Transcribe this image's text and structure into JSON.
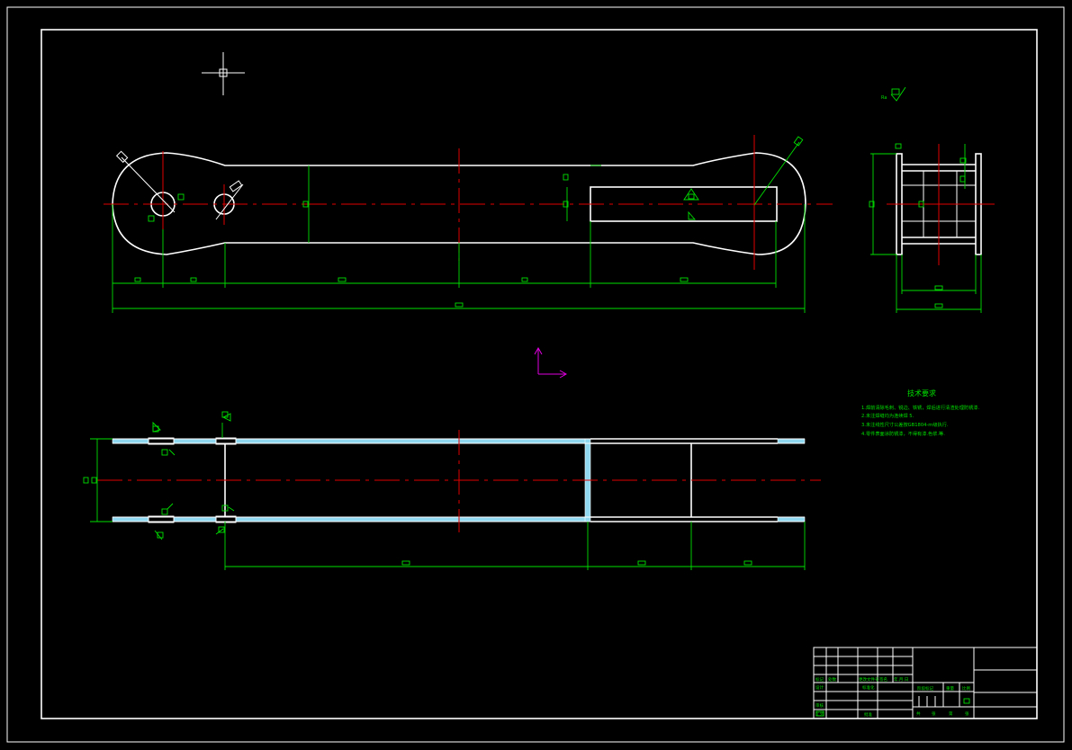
{
  "drawing": {
    "tech_req": {
      "title": "技术要求",
      "lines": [
        "1.焊前清除毛刺、锐边、铁锈，焊后进行清渣处理防锈漆.",
        "2.未注焊缝均为连续焊 5.",
        "3.未注线性尺寸公差按GB1804-m级执行.",
        "4.零件表面涂防锈漆，不得有漆.色浆.等."
      ]
    },
    "title_block": {
      "head_cells": [
        "标记",
        "处数",
        "更改文件号",
        "签名",
        "年.月.日"
      ],
      "row_labels": [
        "设计",
        "标准化",
        "审核",
        "工艺",
        "批准"
      ],
      "mid_labels": [
        "阶段标记",
        "重量",
        "比例"
      ],
      "bottom_labels": [
        "共",
        "张",
        "第",
        "张"
      ]
    },
    "colors": {
      "background": "#000000",
      "outline": "#ffffff",
      "dimension": "#00e000",
      "centerline": "#e00000",
      "section_fill": "#8fd8f0",
      "ucs": "#e000e0"
    }
  }
}
